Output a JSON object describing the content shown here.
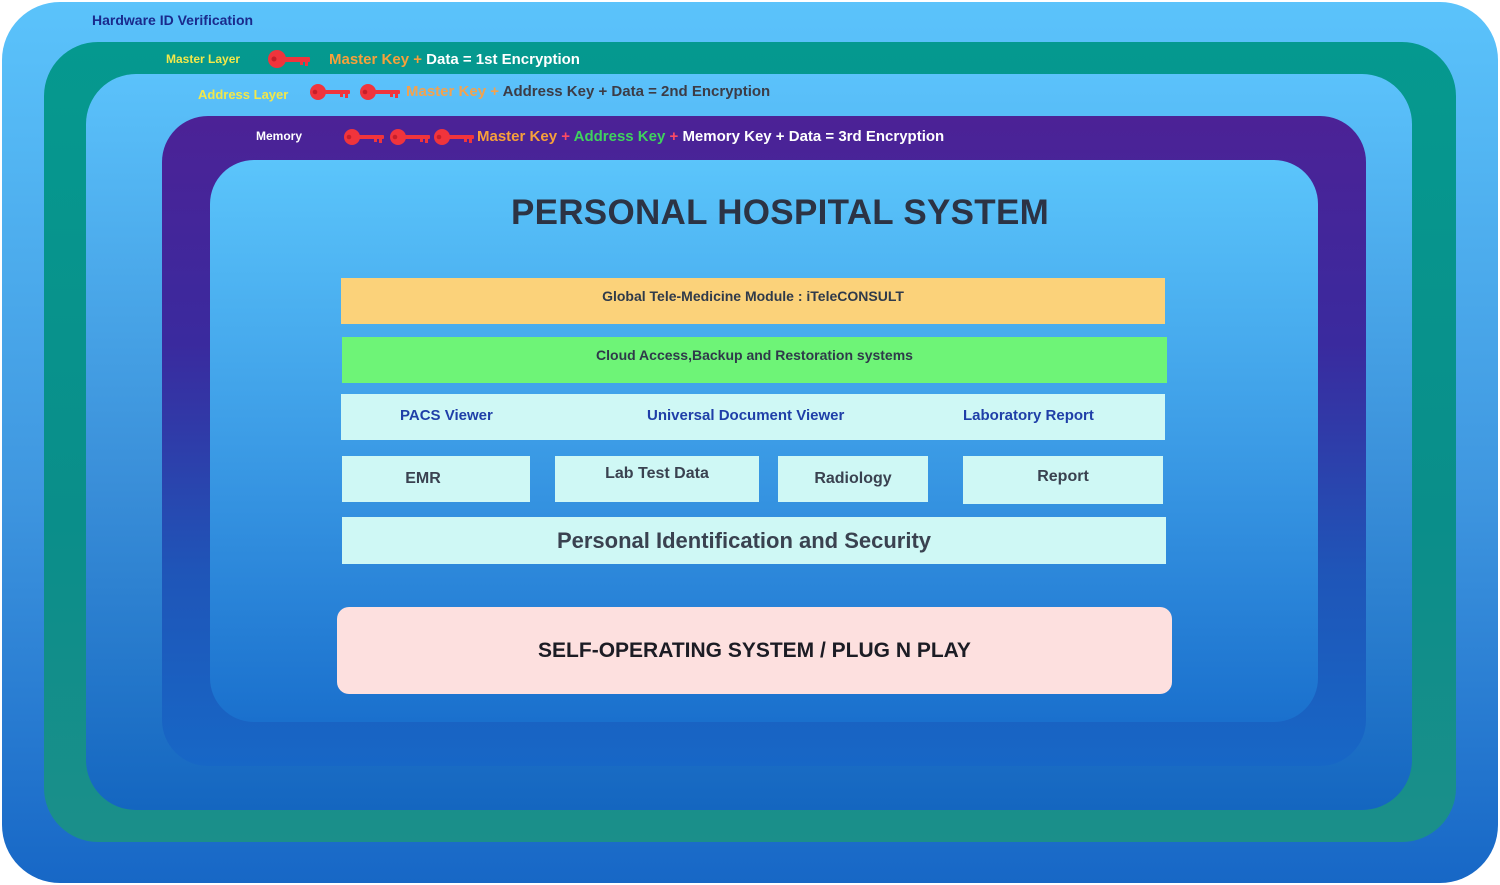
{
  "layers": {
    "hardware": "Hardware ID Verification",
    "master": "Master Layer",
    "address": "Address Layer",
    "memory": "Memory"
  },
  "formulas": {
    "first": {
      "master_key": "Master Key",
      "plus": "+",
      "rest": "Data = 1st Encryption"
    },
    "second": {
      "master_key": "Master Key",
      "plus": "+",
      "rest": "Address Key + Data = 2nd Encryption"
    },
    "third": {
      "master_key": "Master Key",
      "plus1": "+",
      "address_key": "Address Key",
      "plus2": "+",
      "rest": "Memory Key + Data = 3rd Encryption"
    }
  },
  "icons": {
    "key": "key-icon"
  },
  "colors": {
    "key_red": "#f0343c",
    "master_key_orange": "#f7a03a",
    "address_key_green": "#3fd25e",
    "layer_label_yellow": "#f3e84a"
  },
  "system": {
    "title": "PERSONAL HOSPITAL SYSTEM",
    "telemedicine": "Global Tele-Medicine Module : iTeleCONSULT",
    "cloud": "Cloud Access,Backup and Restoration systems",
    "viewers": [
      "PACS Viewer",
      "Universal Document Viewer",
      "Laboratory Report"
    ],
    "data_modules": [
      "EMR",
      "Lab Test Data",
      "Radiology",
      "Report"
    ],
    "identification": "Personal Identification and Security",
    "base": "SELF-OPERATING SYSTEM / PLUG N PLAY"
  }
}
